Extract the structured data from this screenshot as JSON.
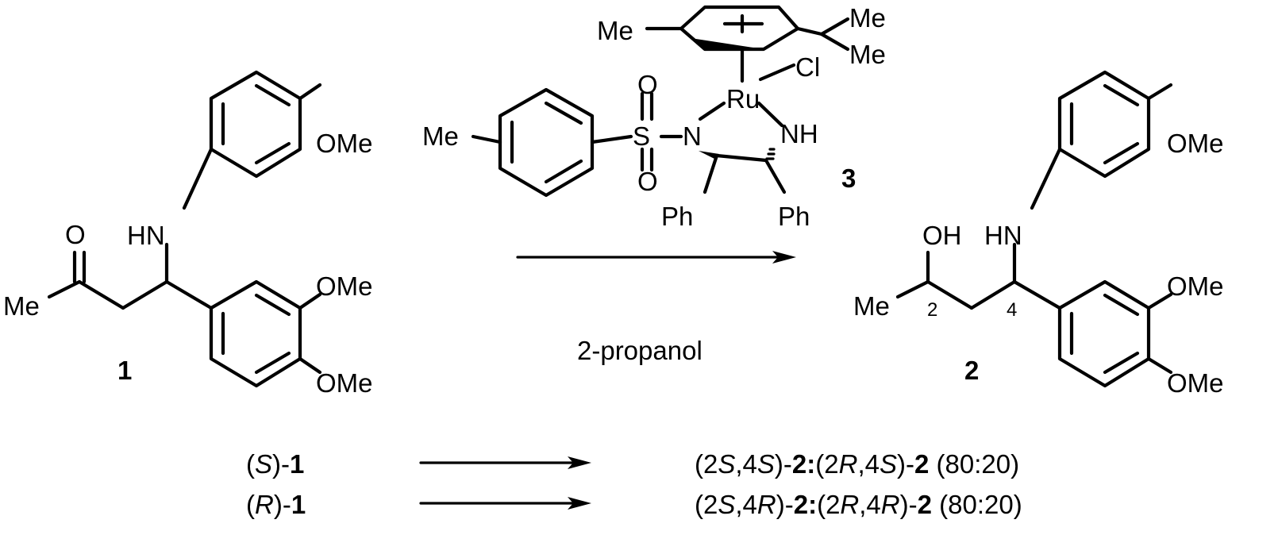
{
  "substituents": {
    "ome": "OMe",
    "me": "Me",
    "hn": "HN",
    "o": "O",
    "oh": "OH",
    "s": "S",
    "n": "N",
    "nh": "NH",
    "ru": "Ru",
    "cl": "Cl",
    "ph": "Ph"
  },
  "compounds": {
    "starting": "1",
    "product": "2",
    "catalyst": "3"
  },
  "carbon_labels": {
    "c2": "2",
    "c4": "4"
  },
  "conditions": {
    "solvent": "2-propanol"
  },
  "results": [
    {
      "substrate": {
        "open": "(",
        "stereo": "S",
        "close": ")-",
        "cpd": "1"
      },
      "product": {
        "a_open": "(2",
        "a_s1": "S",
        "a_mid": ",4",
        "a_s2": "S",
        "a_close": ")-",
        "a_cpd": "2",
        "sep": ":",
        "b_open": "(2",
        "b_s1": "R",
        "b_mid": ",4",
        "b_s2": "S",
        "b_close": ")-",
        "b_cpd": "2",
        "ratio": " (80:20)"
      }
    },
    {
      "substrate": {
        "open": "(",
        "stereo": "R",
        "close": ")-",
        "cpd": "1"
      },
      "product": {
        "a_open": "(2",
        "a_s1": "S",
        "a_mid": ",4",
        "a_s2": "R",
        "a_close": ")-",
        "a_cpd": "2",
        "sep": ":",
        "b_open": "(2",
        "b_s1": "R",
        "b_mid": ",4",
        "b_s2": "R",
        "b_close": ")-",
        "b_cpd": "2",
        "ratio": " (80:20)"
      }
    }
  ]
}
